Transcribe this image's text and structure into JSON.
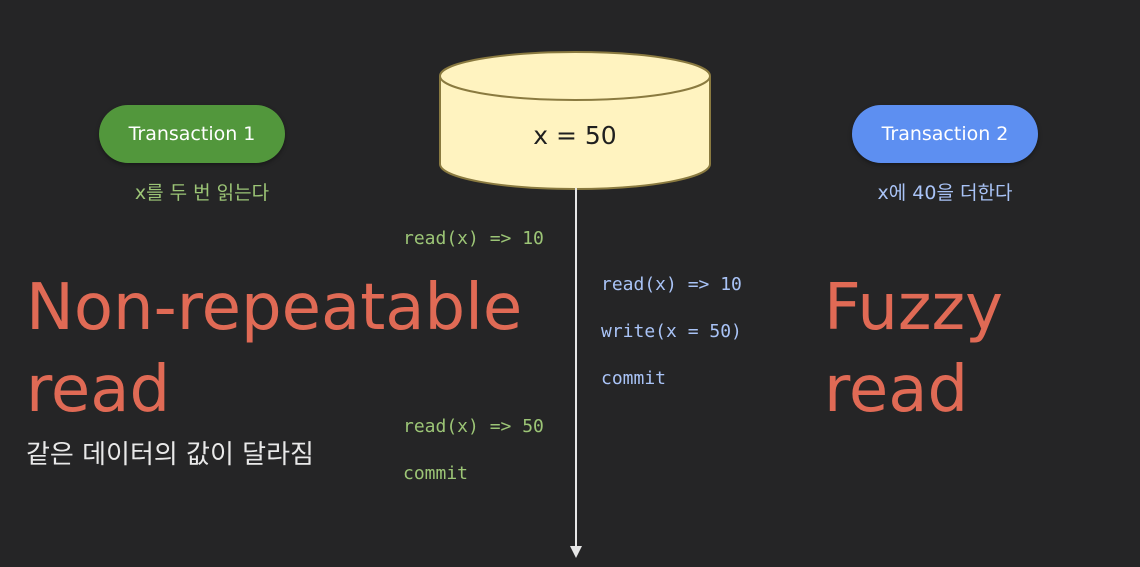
{
  "database": {
    "label": "x = 50"
  },
  "transaction1": {
    "label": "Transaction 1",
    "description": "x를 두 번 읽는다",
    "ops": [
      "read(x) => 10",
      "read(x) => 50",
      "commit"
    ]
  },
  "transaction2": {
    "label": "Transaction 2",
    "description": "x에 40을 더한다",
    "ops": [
      "read(x) => 10",
      "write(x = 50)",
      "commit"
    ]
  },
  "left_heading": {
    "line1": "Non-repeatable",
    "line2": "read",
    "note": "같은 데이터의 값이 달라짐"
  },
  "right_heading": {
    "line1": "Fuzzy",
    "line2": "read"
  },
  "colors": {
    "background": "#252526",
    "transaction1": "#52973c",
    "transaction2": "#5d8ff1",
    "database_fill": "#fff3c0",
    "heading": "#e06a55"
  }
}
